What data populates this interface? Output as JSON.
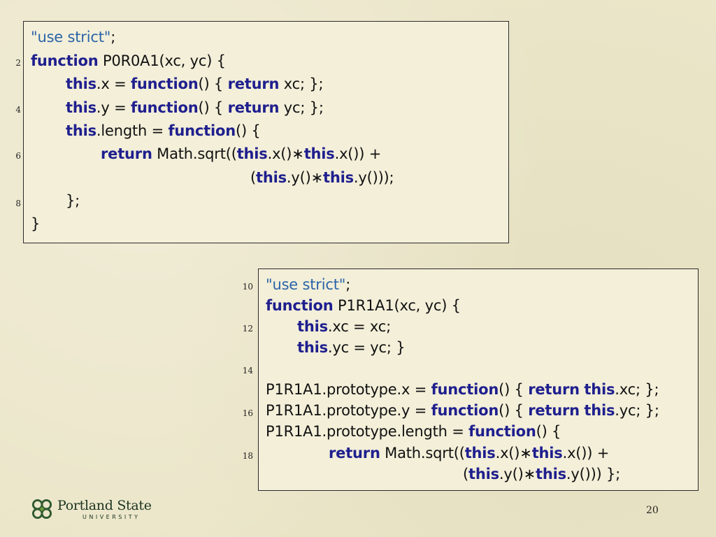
{
  "block1": {
    "line1_str": "\"use strict\"",
    "line1_rest": ";",
    "line2_kw": "function",
    "line2_rest": " P0R0A1(xc, yc) {",
    "line3_a": "this",
    "line3_b": ".x = ",
    "line3_c": "function",
    "line3_d": "() { ",
    "line3_e": "return",
    "line3_f": " xc; };",
    "line4_a": "this",
    "line4_b": ".y = ",
    "line4_c": "function",
    "line4_d": "() { ",
    "line4_e": "return",
    "line4_f": " yc; };",
    "line5_a": "this",
    "line5_b": ".length = ",
    "line5_c": "function",
    "line5_d": "() {",
    "line6_a": "return",
    "line6_b": " Math.sqrt((",
    "line6_c": "this",
    "line6_d": ".x()∗",
    "line6_e": "this",
    "line6_f": ".x()) +",
    "line7_a": "(",
    "line7_b": "this",
    "line7_c": ".y()∗",
    "line7_d": "this",
    "line7_e": ".y()));",
    "line8": "};",
    "line9": "}",
    "nums": [
      "2",
      "4",
      "6",
      "8"
    ]
  },
  "block2": {
    "line1_str": "\"use strict\"",
    "line1_rest": ";",
    "line2_kw": "function",
    "line2_rest": " P1R1A1(xc, yc) {",
    "line3_a": "this",
    "line3_b": ".xc = xc;",
    "line4_a": "this",
    "line4_b": ".yc = yc; }",
    "line6_a": "P1R1A1.prototype.x = ",
    "line6_b": "function",
    "line6_c": "() { ",
    "line6_d": "return",
    "line6_e": " ",
    "line6_f": "this",
    "line6_g": ".xc; };",
    "line7_a": "P1R1A1.prototype.y = ",
    "line7_b": "function",
    "line7_c": "() { ",
    "line7_d": "return",
    "line7_e": " ",
    "line7_f": "this",
    "line7_g": ".yc; };",
    "line8_a": "P1R1A1.prototype.length = ",
    "line8_b": "function",
    "line8_c": "() {",
    "line9_a": "return",
    "line9_b": " Math.sqrt((",
    "line9_c": "this",
    "line9_d": ".x()∗",
    "line9_e": "this",
    "line9_f": ".x()) +",
    "line10_a": "(",
    "line10_b": "this",
    "line10_c": ".y()∗",
    "line10_d": "this",
    "line10_e": ".y())) };",
    "nums": [
      "10",
      "12",
      "14",
      "16",
      "18"
    ]
  },
  "footer": {
    "logo_name": "Portland State",
    "logo_sub": "UNIVERSITY",
    "page_number": "20",
    "logo_icon": "psu-knot-icon"
  },
  "colors": {
    "keyword": "#1f1f8e",
    "string": "#2b64a8",
    "background": "#ebe6c9"
  }
}
